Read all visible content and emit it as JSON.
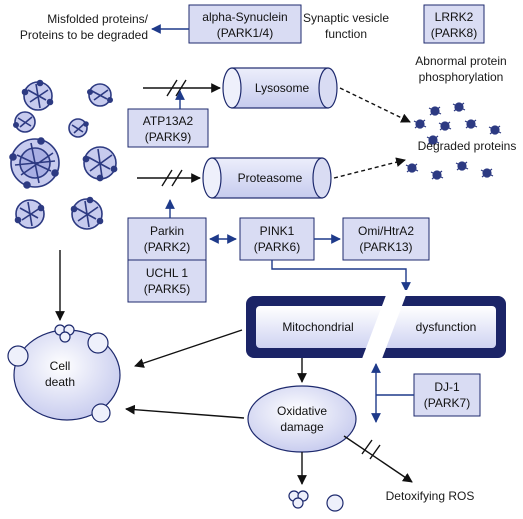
{
  "colors": {
    "box_fill": "#d9dcf3",
    "box_stroke": "#1e2a6e",
    "arrow_blue": "#1e3a8a",
    "arrow_black": "#111111",
    "mito_dark": "#1b2467",
    "protein_blue": "#2d3a82"
  },
  "labels": {
    "misfolded_line1": "Misfolded proteins/",
    "misfolded_line2": "Proteins to be degraded",
    "synaptic_line1": "Synaptic vesicle",
    "synaptic_line2": "function",
    "abnormal_line1": "Abnormal protein",
    "abnormal_line2": "phosphorylation",
    "degraded": "Degraded proteins",
    "lysosome": "Lysosome",
    "proteasome": "Proteasome",
    "mito_left": "Mitochondrial",
    "mito_right": "dysfunction",
    "cell_line1": "Cell",
    "cell_line2": "death",
    "oxidative_line1": "Oxidative",
    "oxidative_line2": "damage",
    "detox": "Detoxifying ROS"
  },
  "genes": {
    "synuclein": [
      "alpha-Synuclein",
      "(PARK1/4)"
    ],
    "lrrk2": [
      "LRRK2",
      "(PARK8)"
    ],
    "atp13a2": [
      "ATP13A2",
      "(PARK9)"
    ],
    "parkin": [
      "Parkin",
      "(PARK2)"
    ],
    "uchl1": [
      "UCHL 1",
      "(PARK5)"
    ],
    "pink1": [
      "PINK1",
      "(PARK6)"
    ],
    "omi": [
      "Omi/HtrA2",
      "(PARK13)"
    ],
    "dj1": [
      "DJ-1",
      "(PARK7)"
    ]
  }
}
